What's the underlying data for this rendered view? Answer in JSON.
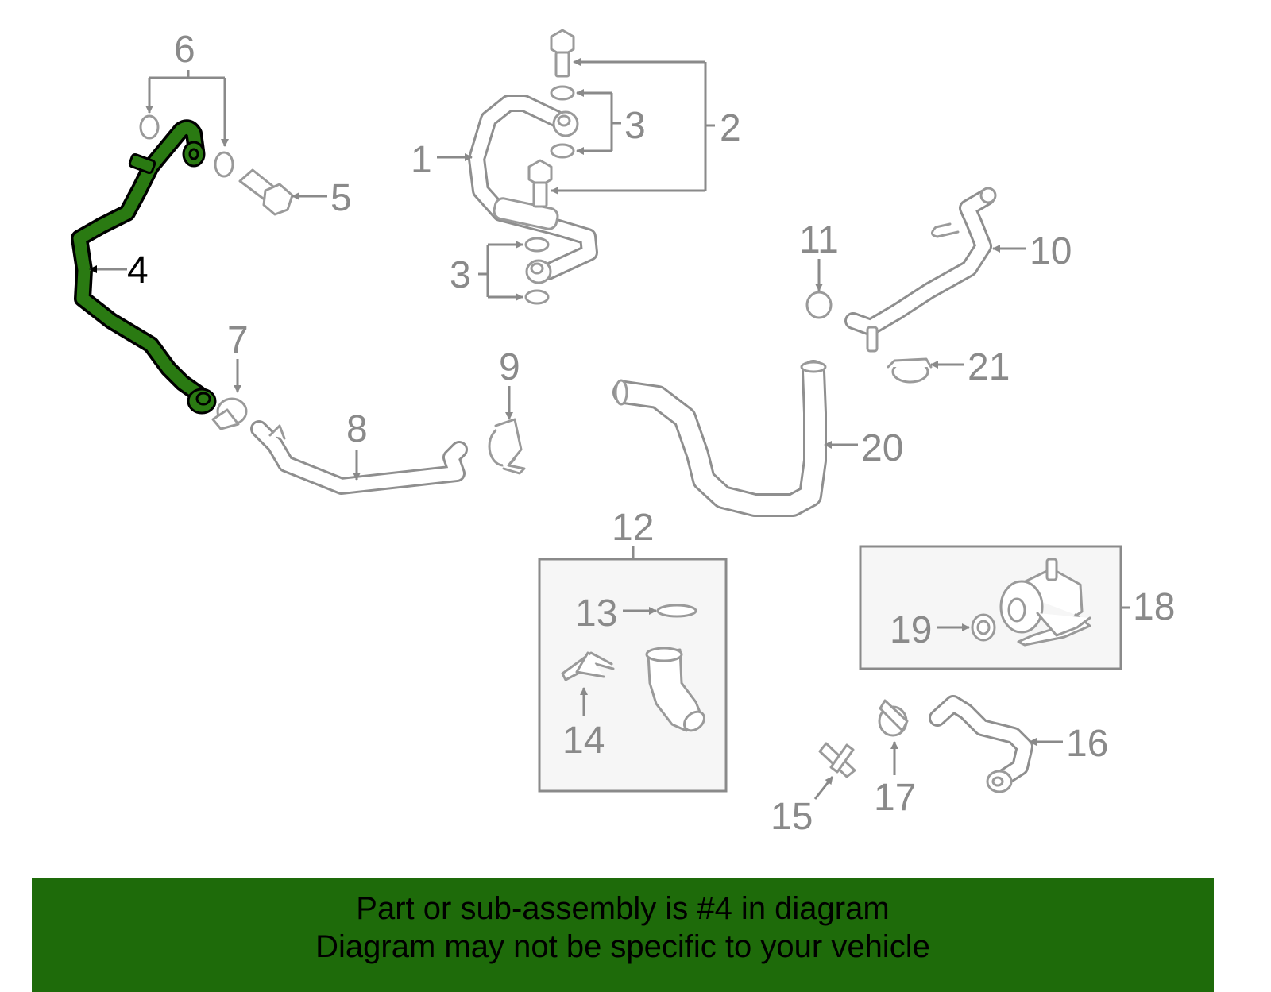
{
  "diagram": {
    "highlighted_part": "4",
    "highlight_color": "#2a7a12",
    "part_labels": {
      "p1": "1",
      "p2": "2",
      "p3a": "3",
      "p3b": "3",
      "p4": "4",
      "p5": "5",
      "p6": "6",
      "p7": "7",
      "p8": "8",
      "p9": "9",
      "p10": "10",
      "p11": "11",
      "p12": "12",
      "p13": "13",
      "p14": "14",
      "p15": "15",
      "p16": "16",
      "p17": "17",
      "p18": "18",
      "p19": "19",
      "p20": "20",
      "p21": "21"
    }
  },
  "banner": {
    "line1": "Part or sub-assembly is #4 in diagram",
    "line2": "Diagram may not be specific to your vehicle",
    "background": "#1e6b0a"
  }
}
